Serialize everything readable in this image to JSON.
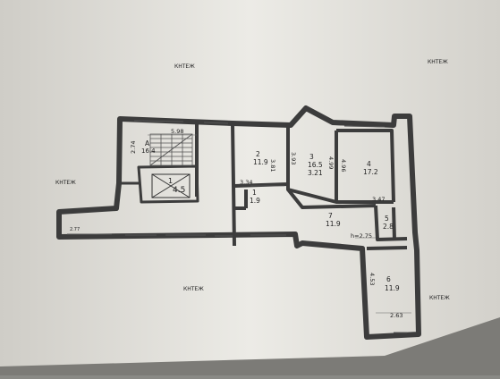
{
  "rooms": [
    {
      "num": "A",
      "area": "16.4"
    },
    {
      "num": "1",
      "area": "4.5"
    },
    {
      "num": "2",
      "area": "11.9"
    },
    {
      "num": "3",
      "area": "16.5",
      "extra": "3.21"
    },
    {
      "num": "4",
      "area": "17.2"
    },
    {
      "num": "1",
      "area": "1.9"
    },
    {
      "num": "7",
      "area": "11.9"
    },
    {
      "num": "5",
      "area": "2.8"
    },
    {
      "num": "6",
      "area": "11.9"
    }
  ],
  "dimensions": {
    "d1": "5.98",
    "d2": "2.74",
    "d3": "3.81",
    "d4": "3.93",
    "d5": "4.99",
    "d6": "4.96",
    "d7": "3.34",
    "d8": "3.47",
    "d9": "h=2.75",
    "d10": "4.53",
    "d11": "2.63",
    "d12": "2.77"
  },
  "watermark": "КНТЕЖ",
  "colors": {
    "wall": "#3c3c3c",
    "paper": "#eceae4",
    "line": "#555555"
  }
}
